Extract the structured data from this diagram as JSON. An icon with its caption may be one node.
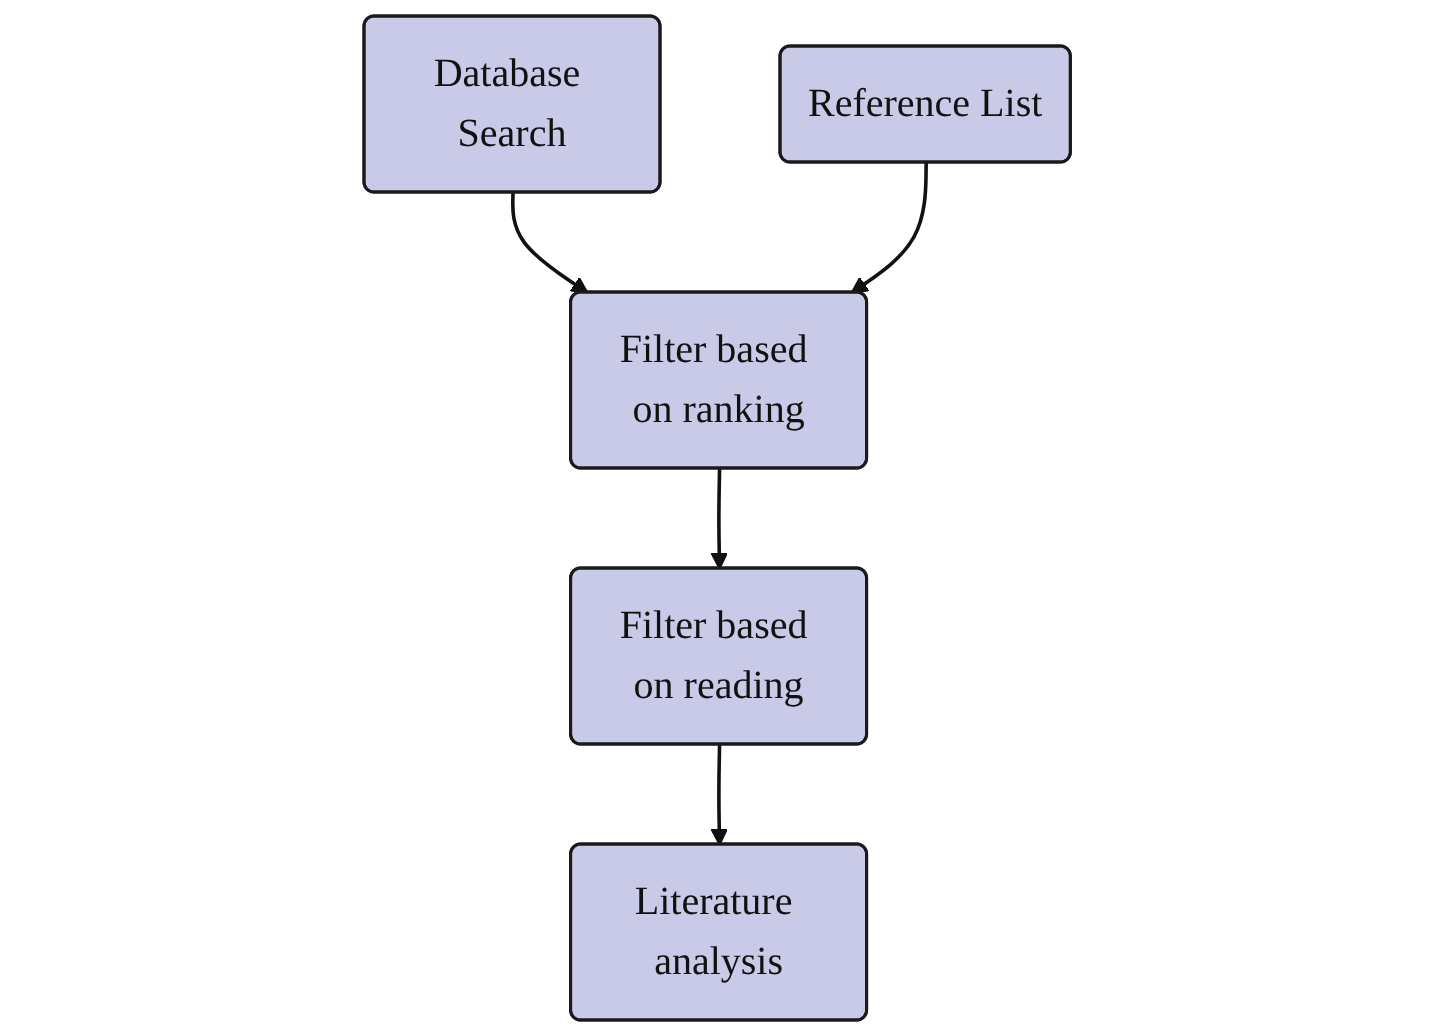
{
  "diagram": {
    "nodes": [
      {
        "text": [
          "Database Search"
        ]
      },
      {
        "text": [
          "Filter based on ranking"
        ]
      },
      {
        "text": [
          "Reference List"
        ]
      },
      {
        "text": [
          "Filter based on reading"
        ]
      },
      {
        "text": [
          "Literature analysis"
        ]
      }
    ],
    "edges": [
      {
        "from": 0,
        "to": 1,
        "arrow": "to"
      },
      {
        "from": 2,
        "to": 1,
        "arrow": "to"
      },
      {
        "from": 1,
        "to": 3,
        "arrow": "to"
      },
      {
        "from": 3,
        "to": 4,
        "arrow": "to"
      }
    ]
  }
}
